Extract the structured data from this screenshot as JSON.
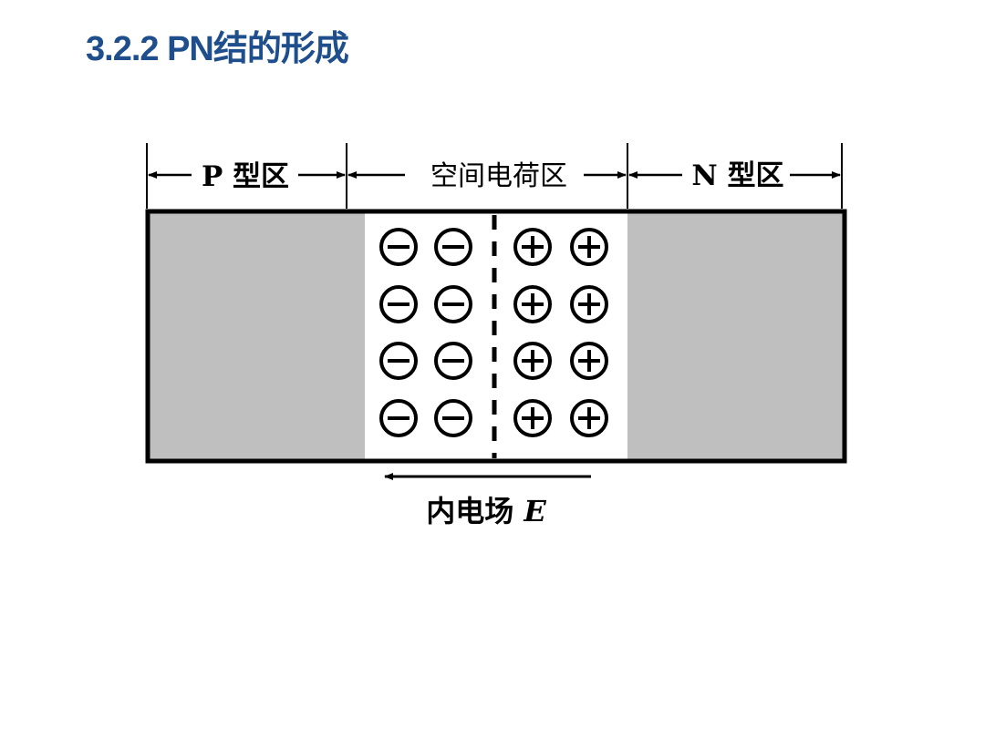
{
  "slide": {
    "title": "3.2.2  PN结的形成",
    "title_color": "#1f4e8c"
  },
  "diagram": {
    "labels": {
      "p_region": "P 型区",
      "depletion": "空间电荷区",
      "n_region": "N 型区",
      "field_text": "内电场 ",
      "field_symbol": "E"
    },
    "charges": {
      "negative_symbol": "⊖",
      "positive_symbol": "⊕"
    },
    "colors": {
      "neutral_region_fill": "#bfbfbf",
      "depletion_fill": "#ffffff",
      "stroke": "#000000"
    }
  }
}
